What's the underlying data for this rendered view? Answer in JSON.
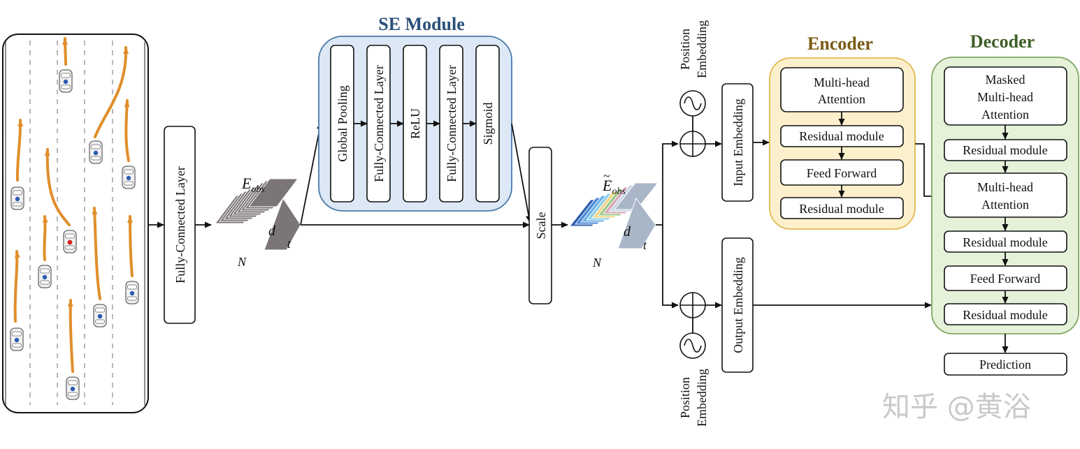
{
  "colors": {
    "se_module_fill": "#DCE8F5",
    "se_module_stroke": "#4A7AA8",
    "se_title": "#2B4F7A",
    "encoder_fill": "#FCF0CC",
    "encoder_stroke": "#E2B850",
    "encoder_title": "#7A5A14",
    "decoder_fill": "#E6F1DA",
    "decoder_stroke": "#7FA860",
    "decoder_title": "#3E5F28",
    "trajectory": "#E08E2B",
    "ego_vehicle_marker": "#D62020",
    "vehicle_marker": "#2A5BB0",
    "tensor_gray": "#7B7575"
  },
  "fc_layer": {
    "label": "Fully-Connected Layer"
  },
  "tensor_obs": {
    "label": "E",
    "subscript": "obs",
    "axis_d": "d",
    "axis_t": "t",
    "axis_n": "N"
  },
  "se_module": {
    "title": "SE Module",
    "blocks": [
      "Global Pooling",
      "Fully-Connected Layer",
      "ReLU",
      "Fully-Connected Layer",
      "Sigmoid"
    ]
  },
  "scale": {
    "label": "Scale"
  },
  "tensor_scaled": {
    "label": "E",
    "accent": "~",
    "subscript": "obs",
    "axis_d": "d",
    "axis_t": "t",
    "axis_n": "N"
  },
  "position_embedding_top": {
    "line1": "Position",
    "line2": "Embedding"
  },
  "position_embedding_bottom": {
    "line1": "Position",
    "line2": "Embedding"
  },
  "input_embedding": {
    "label": "Input Embedding"
  },
  "output_embedding": {
    "label": "Output Embedding"
  },
  "encoder": {
    "title": "Encoder",
    "attention_line1": "Multi-head",
    "attention_line2": "Attention",
    "residual1": "Residual module",
    "feed_forward": "Feed Forward",
    "residual2": "Residual module"
  },
  "decoder": {
    "title": "Decoder",
    "masked_line1": "Masked",
    "masked_line2": "Multi-head",
    "masked_line3": "Attention",
    "residual1": "Residual module",
    "attention_line1": "Multi-head",
    "attention_line2": "Attention",
    "residual2": "Residual module",
    "feed_forward": "Feed Forward",
    "residual3": "Residual module"
  },
  "prediction": {
    "label": "Prediction"
  },
  "watermark": {
    "text": "知乎 @黄浴"
  }
}
